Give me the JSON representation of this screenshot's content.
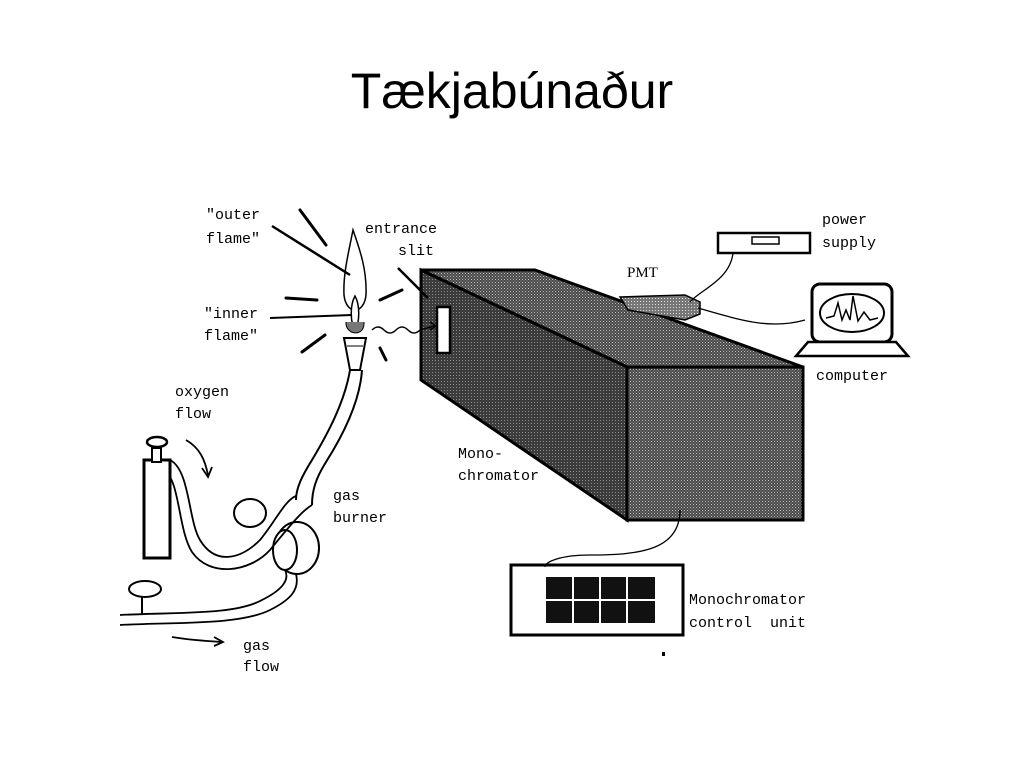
{
  "title": "Tækjabúnaður",
  "labels": {
    "outer_flame_1": "\"outer",
    "outer_flame_2": "flame\"",
    "inner_flame_1": "\"inner",
    "inner_flame_2": "flame\"",
    "entrance_1": "entrance",
    "entrance_2": "slit",
    "oxygen_1": "oxygen",
    "oxygen_2": "flow",
    "gas_burner_1": "gas",
    "gas_burner_2": "burner",
    "gas_flow_1": "gas",
    "gas_flow_2": "flow",
    "mono_1": "Mono-",
    "mono_2": "chromator",
    "pmt": "PMT",
    "power_1": "power",
    "power_2": "supply",
    "computer": "computer",
    "control_1": "Monochromator",
    "control_2": "control  unit"
  }
}
